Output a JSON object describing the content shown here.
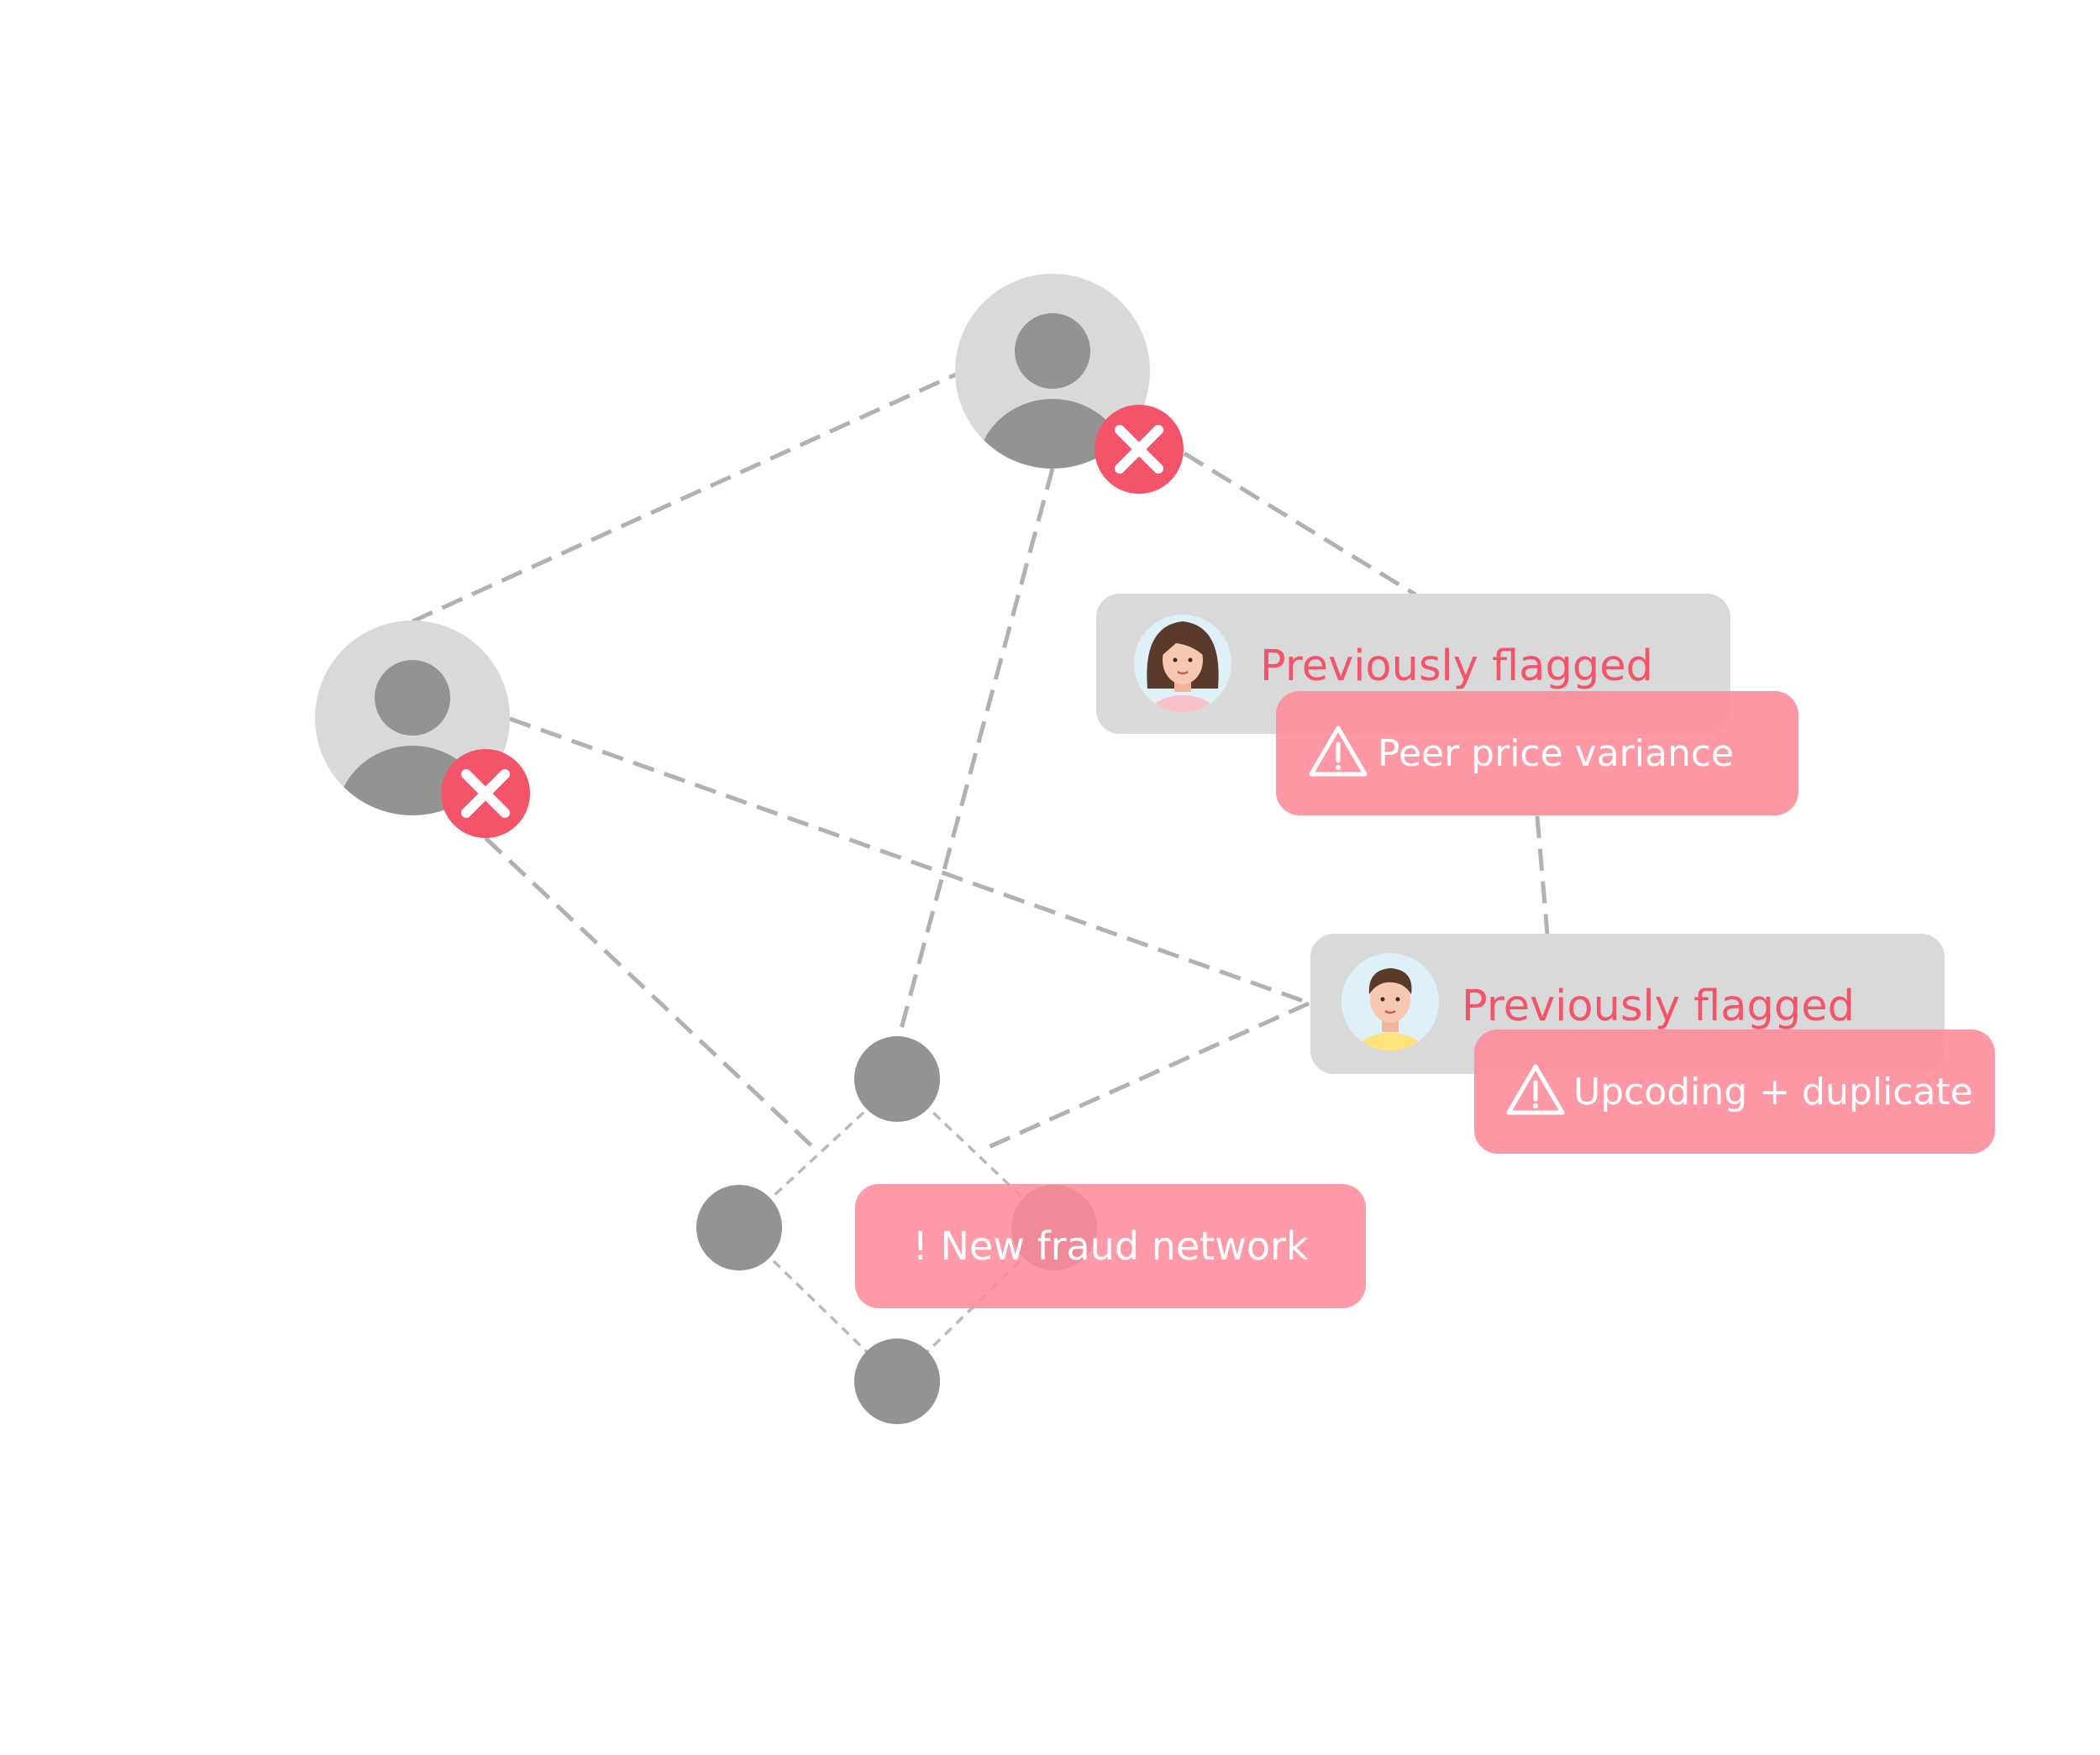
{
  "colors": {
    "avatar_bg": "#d9d9d9",
    "avatar_figure": "#939393",
    "node_gray": "#939393",
    "flag_red": "#f45469",
    "card_gray": "#d9d9d9",
    "alert_pink": "#ff8a99",
    "alert_text": "#ffffff",
    "edge_gray": "#b1b1b1"
  },
  "cards": {
    "top": {
      "title": "Previously flagged",
      "alert": "Peer price variance",
      "alert_icon": "warning-triangle-icon",
      "avatar": "female-avatar"
    },
    "bottom": {
      "title": "Previously flagged",
      "alert": "Upcoding + duplicate",
      "alert_icon": "warning-triangle-icon",
      "avatar": "male-avatar"
    }
  },
  "network_alert": {
    "label": "! New fraud network"
  },
  "person_nodes": [
    {
      "id": "top-person",
      "status_icon": "close-icon",
      "flagged": true
    },
    {
      "id": "left-person",
      "status_icon": "close-icon",
      "flagged": true
    }
  ]
}
